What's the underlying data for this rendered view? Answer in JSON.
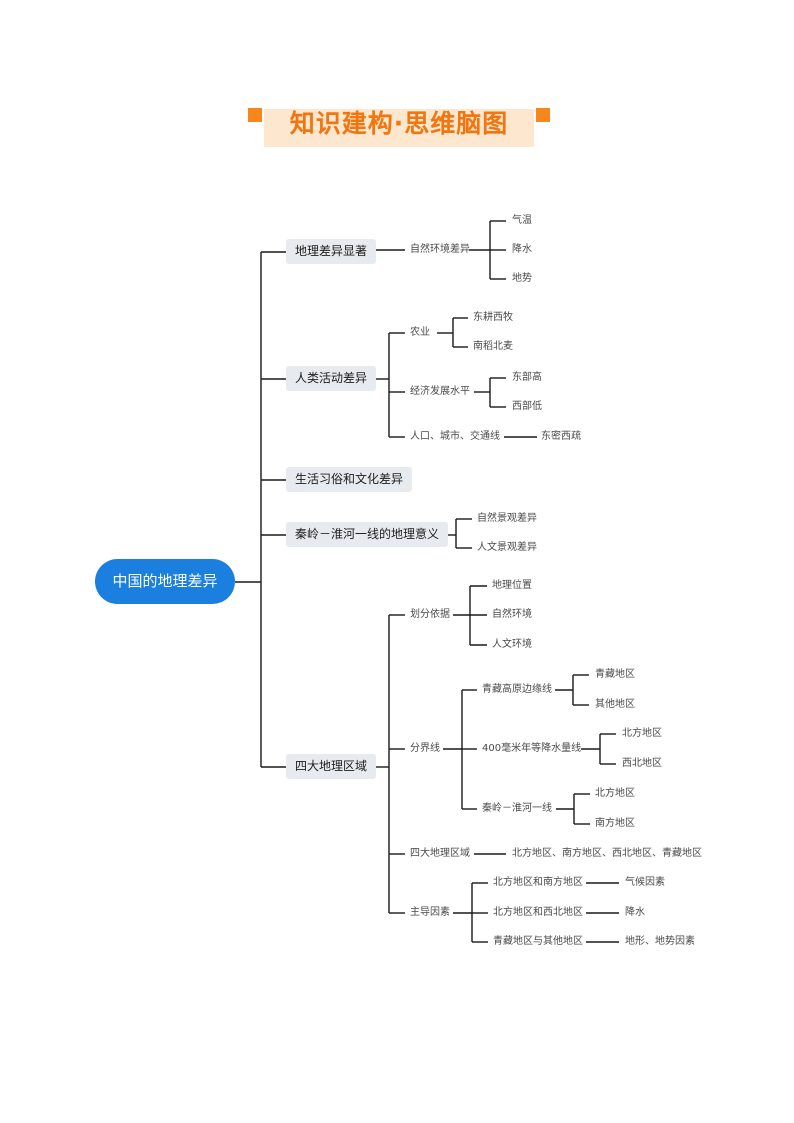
{
  "header": {
    "title": "知识建构·思维脑图"
  },
  "mindmap": {
    "root": "中国的地理差异",
    "b1": {
      "label": "地理差异显著",
      "natural": "自然环境差异",
      "qiwen": "气温",
      "jiangshui": "降水",
      "dishi": "地势"
    },
    "b2": {
      "label": "人类活动差异",
      "agri": "农业",
      "agri_1": "东耕西牧",
      "agri_2": "南稻北麦",
      "econ": "经济发展水平",
      "econ_1": "东部高",
      "econ_2": "西部低",
      "pop": "人口、城市、交通线",
      "pop_1": "东密西疏"
    },
    "b3": {
      "label": "生活习俗和文化差异"
    },
    "b4": {
      "label": "秦岭－淮河一线的地理意义",
      "c1": "自然景观差异",
      "c2": "人文景观差异"
    },
    "b5": {
      "label": "四大地理区域",
      "basis": "划分依据",
      "basis_1": "地理位置",
      "basis_2": "自然环境",
      "basis_3": "人文环境",
      "boundary": "分界线",
      "qz": "青藏高原边缘线",
      "qz_1": "青藏地区",
      "qz_2": "其他地区",
      "mm400": "400毫米年等降水量线",
      "mm400_1": "北方地区",
      "mm400_2": "西北地区",
      "ql": "秦岭－淮河一线",
      "ql_1": "北方地区",
      "ql_2": "南方地区",
      "regions": "四大地理区域",
      "regions_1": "北方地区、南方地区、西北地区、青藏地区",
      "factor": "主导因素",
      "f1": "北方地区和南方地区",
      "f1_v": "气候因素",
      "f2": "北方地区和西北地区",
      "f2_v": "降水",
      "f3": "青藏地区与其他地区",
      "f3_v": "地形、地势因素"
    }
  },
  "colors": {
    "accent": "#f7861d",
    "root": "#1b7fe0",
    "node_bg": "#e7eaee",
    "line": "#1a1a1a"
  }
}
